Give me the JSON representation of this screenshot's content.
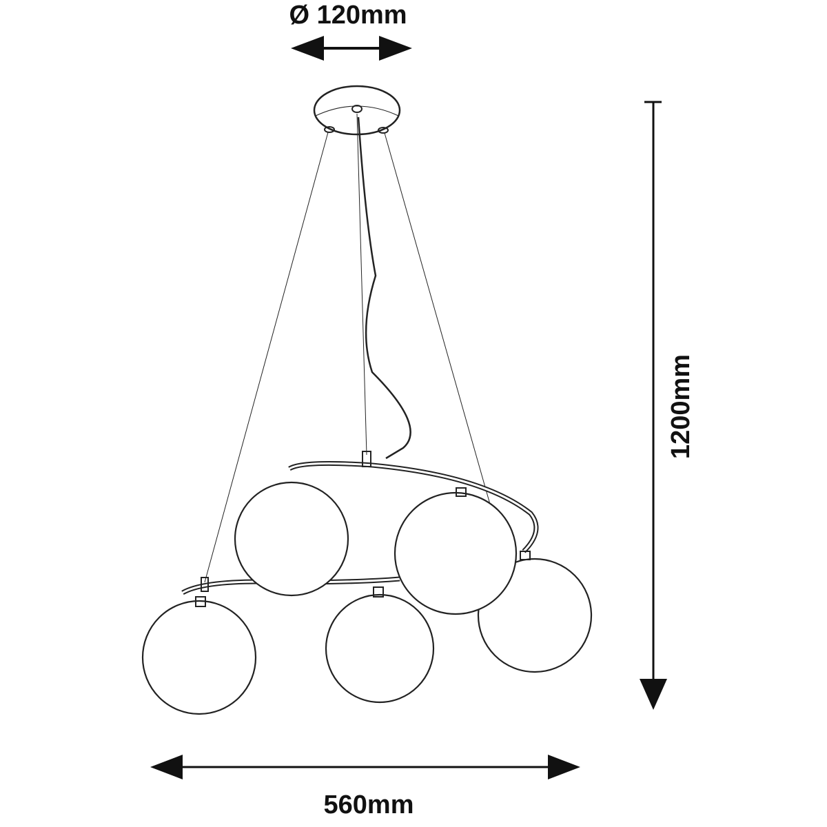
{
  "dimensions": {
    "diameter_label": "Ø 120mm",
    "height_label": "1200mm",
    "width_label": "560mm"
  },
  "colors": {
    "line": "#222222",
    "background": "#ffffff"
  }
}
